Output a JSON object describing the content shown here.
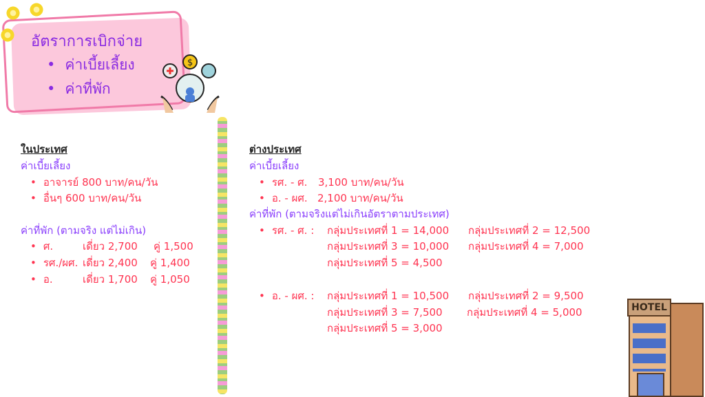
{
  "header": {
    "title": "อัตราการเบิกจ่าย",
    "bullets": [
      "ค่าเบี้ยเลี้ยง",
      "ค่าที่พัก"
    ]
  },
  "domestic": {
    "heading": "ในประเทศ",
    "allowance_title": "ค่าเบี้ยเลี้ยง",
    "allowance": [
      "อาจารย์ 800 บาท/คน/วัน",
      "อื่นๆ 600 บาท/คน/วัน"
    ],
    "lodging_title": "ค่าที่พัก (ตามจริง แต่ไม่เกิน)",
    "lodging": [
      {
        "rank": "ศ.",
        "single": "เดี่ยว 2,700",
        "double": "คู่ 1,500"
      },
      {
        "rank": "รศ./ผศ.",
        "single": "เดี่ยว 2,400",
        "double": "คู่ 1,400"
      },
      {
        "rank": "อ.",
        "single": "เดี่ยว  1,700",
        "double": "คู่ 1,050"
      }
    ]
  },
  "abroad": {
    "heading": "ต่างประเทศ",
    "allowance_title": "ค่าเบี้ยเลี้ยง",
    "allowance": [
      {
        "rank": "รศ. - ศ.",
        "value": "3,100 บาท/คน/วัน"
      },
      {
        "rank": "อ. - ผศ.",
        "value": "2,100 บาท/คน/วัน"
      }
    ],
    "lodging_title": "ค่าที่พัก (ตามจริงแต่ไม่เกินอัตราตามประเทศ)",
    "lodging": [
      {
        "rank": "รศ. - ศ. :",
        "groups": [
          "กลุ่มประเทศที่ 1 = 14,000",
          "กลุ่มประเทศที่ 2 = 12,500",
          "กลุ่มประเทศที่ 3 = 10,000",
          "กลุ่มประเทศที่ 4 = 7,000",
          "กลุ่มประเทศที่ 5 =  4,500"
        ]
      },
      {
        "rank": "อ. - ผศ. :",
        "groups": [
          "กลุ่มประเทศที่ 1 = 10,500",
          "กลุ่มประเทศที่ 2 =  9,500",
          "กลุ่มประเทศที่ 3 =  7,500",
          "กลุ่มประเทศที่ 4 = 5,000",
          "กลุ่มประเทศที่ 5 =  3,000"
        ]
      }
    ]
  },
  "hotel_sign": "HOTEL"
}
